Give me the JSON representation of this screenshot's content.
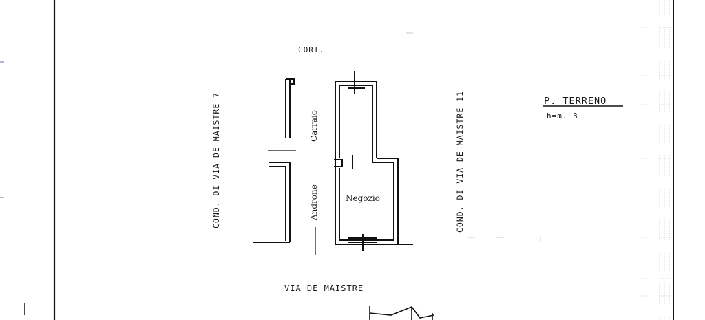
{
  "labels": {
    "cort": "CORT.",
    "cond_left": "COND. DI VIA DE MAISTRE 7",
    "cond_right": "COND. DI VIA DE MAISTRE 11",
    "carraio": "Carraio",
    "androne": "Androne",
    "negozio": "Negozio",
    "street": "VIA DE MAISTRE"
  },
  "title": {
    "floor": "P. TERRENO",
    "height": "h=m. 3"
  }
}
